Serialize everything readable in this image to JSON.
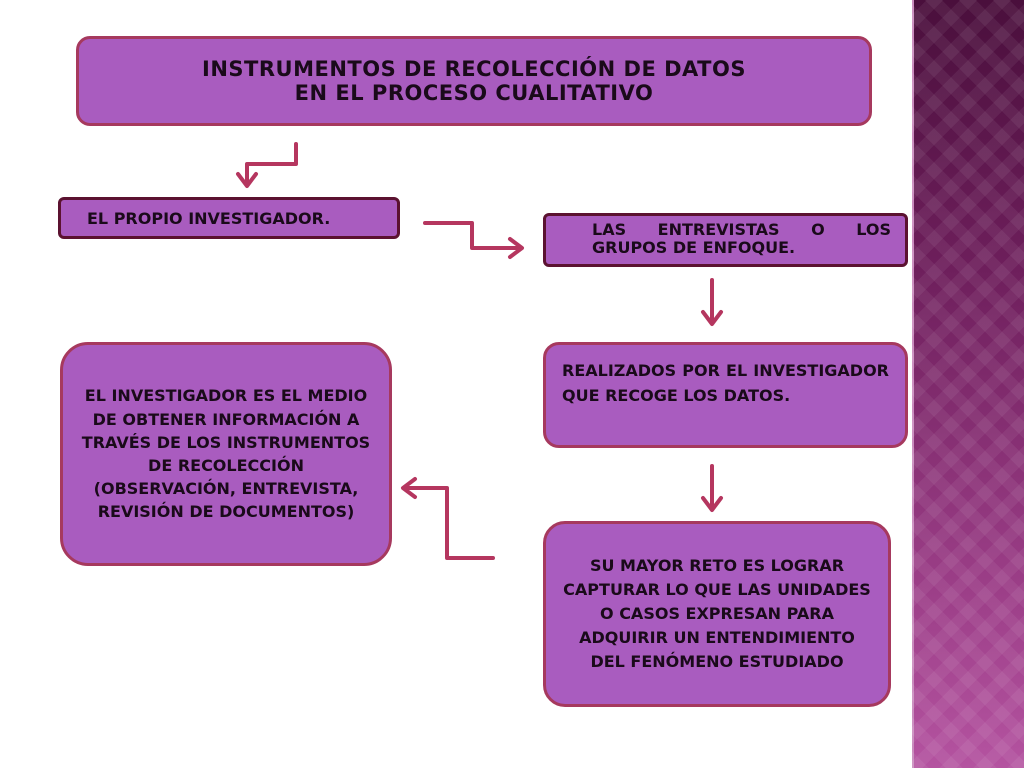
{
  "diagram": {
    "title_line1": "Instrumentos de recolección de datos",
    "title_line2": "en el proceso cualitativo",
    "node_investigador": "El propio investigador.",
    "node_entrevistas": "Las entrevistas o los grupos de enfoque.",
    "node_realizados": "Realizados por el investigador que recoge los datos.",
    "node_reto": "Su mayor reto es lograr capturar lo que las unidades o casos expresan para adquirir un entendimiento del fenómeno estudiado",
    "node_medio": "El investigador es el medio de obtener información a través de los instrumentos de recolección (observación, entrevista, revisión de documentos)"
  },
  "colors": {
    "box_fill": "#a95cbf",
    "box_border": "#a6395e",
    "arrow": "#b5365f",
    "side_strip": "#6e1f5c"
  }
}
